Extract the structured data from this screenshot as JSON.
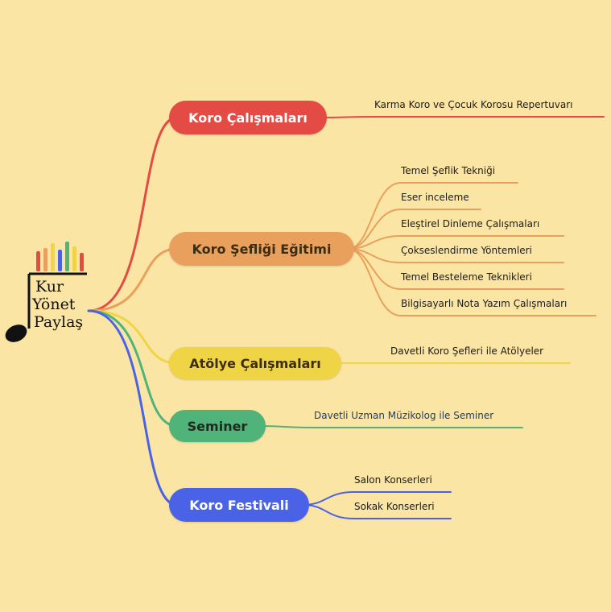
{
  "logo": {
    "lines": [
      "Kur",
      "Yönet",
      "Paylaş"
    ]
  },
  "branches": [
    {
      "label": "Koro Çalışmaları",
      "color": "#e34b44",
      "text_color": "#ffffff",
      "children": [
        "Karma Koro ve Çocuk Korosu Repertuvarı"
      ]
    },
    {
      "label": "Koro Şefliği Eğitimi",
      "color": "#e9a05d",
      "text_color": "#3a2d10",
      "children": [
        "Temel Şeflik Tekniği",
        "Eser inceleme",
        "Eleştirel Dinleme Çalışmaları",
        "Çokseslendirme Yöntemleri",
        "Temel Besteleme Teknikleri",
        "Bilgisayarlı Nota Yazım Çalışmaları"
      ]
    },
    {
      "label": "Atölye Çalışmaları",
      "color": "#efd545",
      "text_color": "#3a2d10",
      "children": [
        "Davetli Koro Şefleri ile Atölyeler"
      ]
    },
    {
      "label": "Seminer",
      "color": "#4fb37a",
      "text_color": "#1e2a20",
      "children": [
        "Davetli Uzman Müzikolog ile Seminer"
      ]
    },
    {
      "label": "Koro Festivali",
      "color": "#4a63e6",
      "text_color": "#ffffff",
      "children": [
        "Salon Konserleri",
        "Sokak Konserleri"
      ]
    }
  ]
}
